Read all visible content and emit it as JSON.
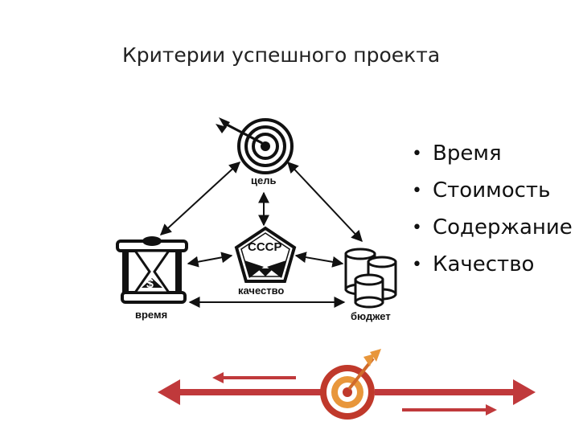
{
  "slide": {
    "title": "Критерии успешного проекта"
  },
  "diagram": {
    "goal_label": "цель",
    "quality_label": "качество",
    "quality_mark_text": "СССР",
    "time_label": "время",
    "budget_label": "бюджет",
    "dollar_sign": "$"
  },
  "criteria": {
    "bullet": "•",
    "items": [
      "Время",
      "Стоимость",
      "Содержание",
      "Качество"
    ]
  },
  "colors": {
    "arrow_red": "#c0393b",
    "target_orange": "#e8963b",
    "target_red": "#c0392b"
  }
}
